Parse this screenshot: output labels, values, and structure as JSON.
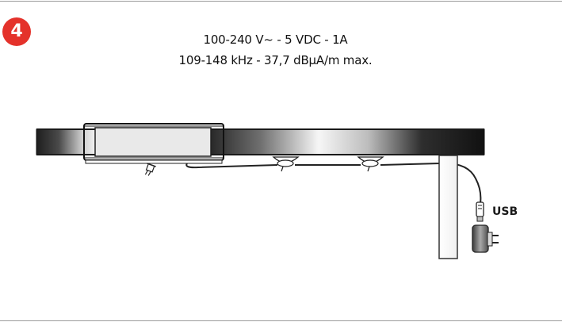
{
  "step": {
    "number": "4",
    "color": "#e4322b"
  },
  "specs": {
    "line1": "100-240 V~ - 5 VDC - 1A",
    "line2": "109-148 kHz - 37,7 dBµA/m max."
  },
  "labels": {
    "usb": "USB"
  },
  "icons": {
    "step_badge": "circle-number",
    "adapter": "usb-wall-adapter-icon",
    "plug": "usb-plug-icon"
  }
}
